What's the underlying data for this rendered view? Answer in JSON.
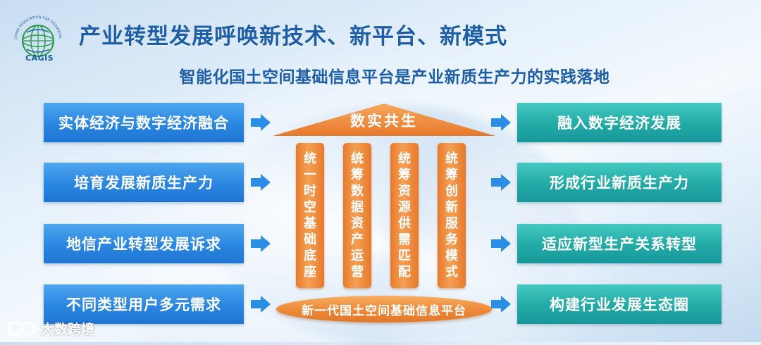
{
  "logo": {
    "text": "CAGIS",
    "ring_text": "CHINA ASSOCIATION FOR GEOSPATIAL INDUSTRY AND SCIENCES"
  },
  "title": "产业转型发展呼唤新技术、新平台、新模式",
  "subtitle": "智能化国土空间基础信息平台是产业新质生产力的实践落地",
  "left_items": [
    "实体经济与数字经济融合",
    "培育发展新质生产力",
    "地信产业转型发展诉求",
    "不同类型用户多元需求"
  ],
  "right_items": [
    "融入数字经济发展",
    "形成行业新质生产力",
    "适应新型生产关系转型",
    "构建行业发展生态圈"
  ],
  "roof": "数实共生",
  "pillars": [
    "统一时空基础底座",
    "统筹数据资产运营",
    "统筹资源供需匹配",
    "统筹创新服务模式"
  ],
  "base": "新一代国土空间基础信息平台",
  "watermark": "大数跨境",
  "colors": {
    "title": "#1d5ea6",
    "left_box": "#2a86e0",
    "right_box": "#22aaa6",
    "arrow": "#2a8ee6",
    "pillar": "#ee8b3a"
  }
}
